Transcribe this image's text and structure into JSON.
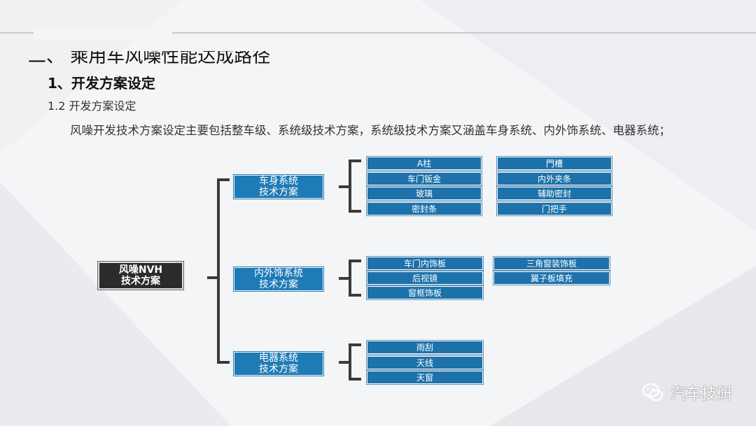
{
  "slide_title": "二、 乘用车风噪性能达成路径",
  "section_title": "1、开发方案设定",
  "subsection_title": "1.2 开发方案设定",
  "paragraph": "风噪开发技术方案设定主要包括整车级、系统级技术方案，系统级技术方案又涵盖车身系统、内外饰系统、电器系统；",
  "diagram": {
    "root": {
      "line1": "风噪NVH",
      "line2": "技术方案"
    },
    "body": {
      "line1": "车身系统",
      "line2": "技术方案",
      "items": [
        "A柱",
        "车门钣金",
        "玻璃",
        "密封条",
        "門槽",
        "内外夹条",
        "辅助密封",
        "门把手"
      ]
    },
    "trim": {
      "line1": "内外饰系统",
      "line2": "技术方案",
      "items": [
        "车门内饰板",
        "后视镜",
        "窗框饰板",
        "三角窗装饰板",
        "翼子板填充"
      ]
    },
    "elec": {
      "line1": "电器系统",
      "line2": "技术方案",
      "items": [
        "雨刮",
        "天线",
        "天窗"
      ]
    }
  },
  "watermark": {
    "text": "汽车技研",
    "icon": "wechat-icon"
  },
  "colors": {
    "node_blue": "#1f7bb5",
    "root_dark": "#2b2b2b",
    "line_gray": "#3a3a3a"
  }
}
